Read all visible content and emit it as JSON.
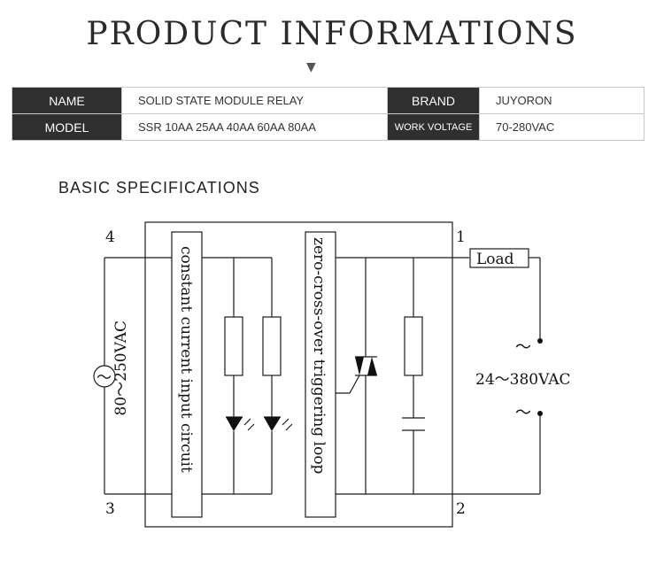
{
  "header": {
    "title": "PRODUCT INFORMATIONS",
    "arrow": "▼"
  },
  "specs": {
    "name_label": "NAME",
    "name_value": "SOLID STATE MODULE RELAY",
    "brand_label": "BRAND",
    "brand_value": "JUYORON",
    "model_label": "MODEL",
    "model_value": "SSR 10AA 25AA 40AA 60AA 80AA",
    "voltage_label": "WORK VOLTAGE",
    "voltage_value": "70-280VAC"
  },
  "section": {
    "title": "BASIC SPECIFICATIONS"
  },
  "diagram": {
    "terminal_4": "4",
    "terminal_3": "3",
    "terminal_1": "1",
    "terminal_2": "2",
    "input_voltage": "80～250VAC",
    "input_circuit": "constant current input circuit",
    "trigger_loop": "zero-cross-over triggering loop",
    "load": "Load",
    "output_voltage": "24～380VAC",
    "ac_symbol_top": "～",
    "ac_symbol_bottom": "～",
    "ac_source_symbol": "～"
  }
}
